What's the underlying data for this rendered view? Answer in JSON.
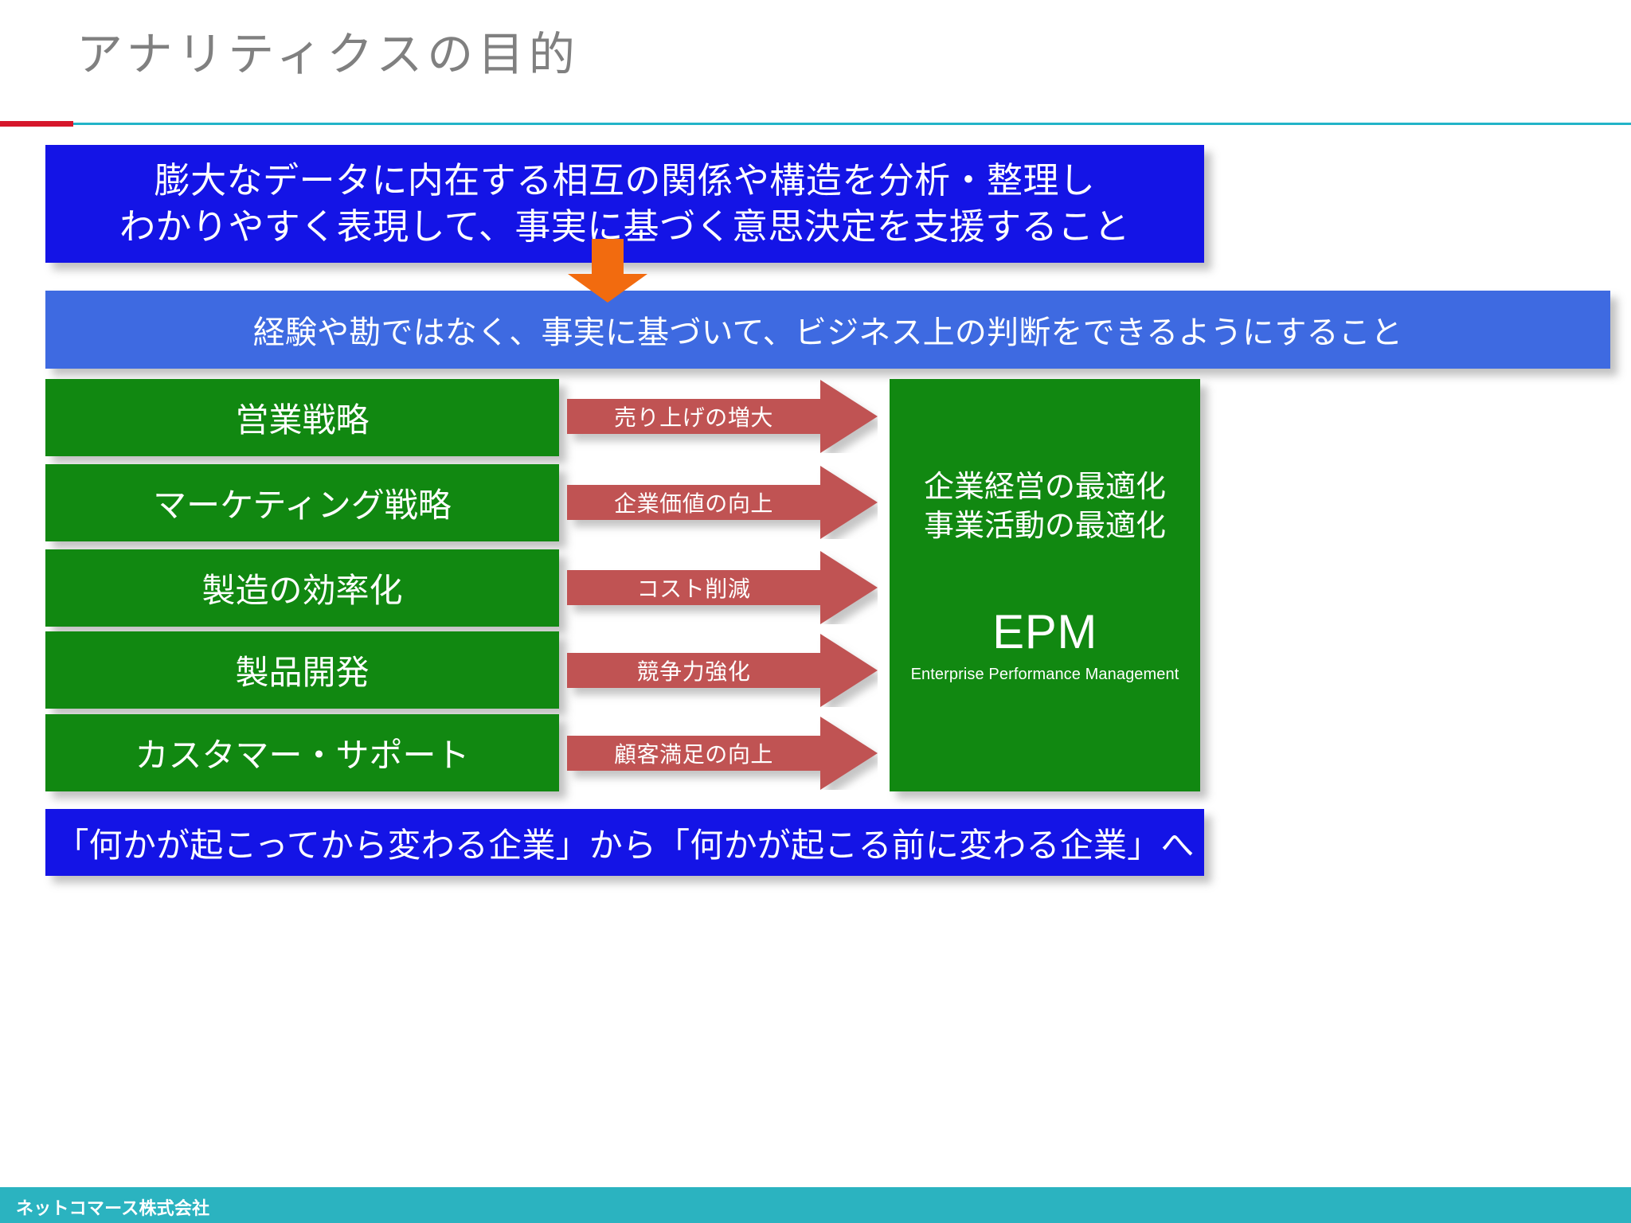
{
  "slide": {
    "title": "アナリティクスの目的",
    "title_color": "#808080",
    "divider_red": "#d6172b",
    "divider_cyan": "#22b4c8"
  },
  "purpose_box": {
    "line1": "膨大なデータに内在する相互の関係や構造を分析・整理し",
    "line2": "わかりやすく表現して、事実に基づく意思決定を支援すること",
    "color": "#1414e6"
  },
  "down_arrow": {
    "icon": "orange-down-arrow-icon",
    "color": "#F26B0F"
  },
  "goal_box": {
    "text": "経験や勘ではなく、事実に基づいて、ビジネス上の判断をできるようにすること",
    "color": "#3e6ae1"
  },
  "areas": {
    "color": "#118811",
    "items": [
      {
        "label": "営業戦略"
      },
      {
        "label": "マーケティング戦略"
      },
      {
        "label": "製造の効率化"
      },
      {
        "label": "製品開発"
      },
      {
        "label": "カスタマー・サポート"
      }
    ]
  },
  "benefits": {
    "color": "#c05353",
    "items": [
      {
        "label": "売り上げの増大"
      },
      {
        "label": "企業価値の向上"
      },
      {
        "label": "コスト削減"
      },
      {
        "label": "競争力強化"
      },
      {
        "label": "顧客満足の向上"
      }
    ]
  },
  "epm_box": {
    "line1": "企業経営の最適化",
    "line2": "事業活動の最適化",
    "acronym": "EPM",
    "expansion": "Enterprise Performance Management",
    "color": "#118811"
  },
  "shift_box": {
    "text": "「何かが起こってから変わる企業」から「何かが起こる前に変わる企業」へ",
    "color": "#1414e6"
  },
  "footer": {
    "company": "ネットコマース株式会社",
    "color": "#2bb3c0"
  }
}
